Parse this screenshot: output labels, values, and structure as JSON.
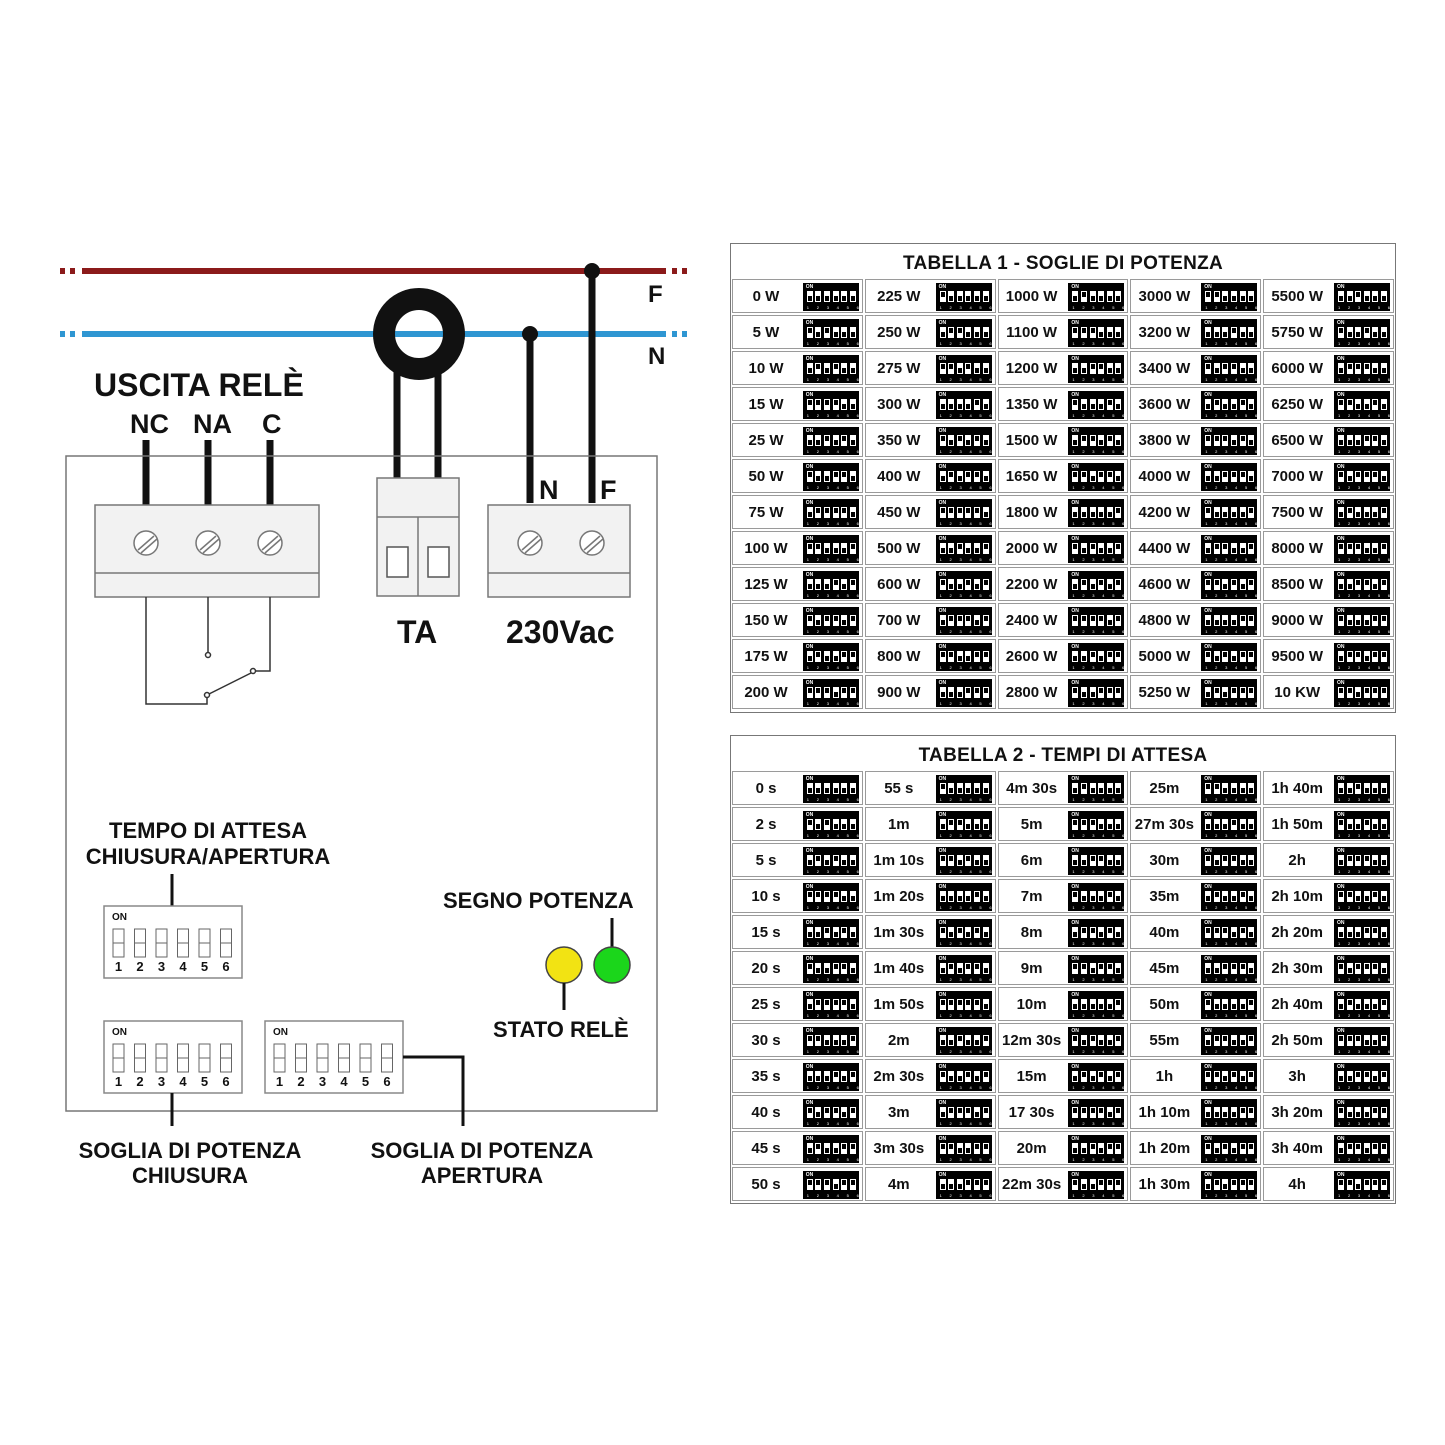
{
  "colors": {
    "phase": "#8b1a1a",
    "neutral": "#2f96d2",
    "stato_led": "#f2e313",
    "segno_led": "#1bd61b"
  },
  "wiring": {
    "phase_label": "F",
    "neutral_label": "N",
    "uscita_title": "USCITA RELÈ",
    "nc": "NC",
    "na": "NA",
    "c": "C",
    "ta_label": "TA",
    "supply_label": "230Vac",
    "supply_n": "N",
    "supply_f": "F",
    "tempo_line1": "TEMPO DI ATTESA",
    "tempo_line2": "CHIUSURA/APERTURA",
    "segno": "SEGNO POTENZA",
    "stato": "STATO RELÈ",
    "chiusura_line1": "SOGLIA DI POTENZA",
    "chiusura_line2": "CHIUSURA",
    "apertura_line1": "SOGLIA DI POTENZA",
    "apertura_line2": "APERTURA",
    "dip_on": "ON",
    "dip_numbers": [
      "1",
      "2",
      "3",
      "4",
      "5",
      "6"
    ]
  },
  "table1": {
    "title": "TABELLA 1 - SOGLIE DI POTENZA",
    "columns": [
      [
        "0 W",
        "5 W",
        "10 W",
        "15 W",
        "25 W",
        "50 W",
        "75 W",
        "100 W",
        "125 W",
        "150 W",
        "175 W",
        "200 W"
      ],
      [
        "225 W",
        "250 W",
        "275 W",
        "300 W",
        "350 W",
        "400 W",
        "450 W",
        "500 W",
        "600 W",
        "700 W",
        "800 W",
        "900 W"
      ],
      [
        "1000 W",
        "1100 W",
        "1200 W",
        "1350 W",
        "1500 W",
        "1650 W",
        "1800 W",
        "2000 W",
        "2200 W",
        "2400 W",
        "2600 W",
        "2800 W"
      ],
      [
        "3000 W",
        "3200 W",
        "3400 W",
        "3600 W",
        "3800 W",
        "4000 W",
        "4200 W",
        "4400 W",
        "4600 W",
        "4800 W",
        "5000 W",
        "5250 W"
      ],
      [
        "5500 W",
        "5750 W",
        "6000 W",
        "6250 W",
        "6500 W",
        "7000 W",
        "7500 W",
        "8000 W",
        "8500 W",
        "9000 W",
        "9500 W",
        "10 KW"
      ]
    ]
  },
  "table2": {
    "title": "TABELLA 2 - TEMPI DI ATTESA",
    "columns": [
      [
        "0 s",
        "2 s",
        "5 s",
        "10 s",
        "15 s",
        "20 s",
        "25 s",
        "30 s",
        "35 s",
        "40 s",
        "45 s",
        "50 s"
      ],
      [
        "55 s",
        "1m",
        "1m 10s",
        "1m 20s",
        "1m 30s",
        "1m 40s",
        "1m 50s",
        "2m",
        "2m 30s",
        "3m",
        "3m 30s",
        "4m"
      ],
      [
        "4m 30s",
        "5m",
        "6m",
        "7m",
        "8m",
        "9m",
        "10m",
        "12m 30s",
        "15m",
        "17 30s",
        "20m",
        "22m 30s"
      ],
      [
        "25m",
        "27m 30s",
        "30m",
        "35m",
        "40m",
        "45m",
        "50m",
        "55m",
        "1h",
        "1h 10m",
        "1h 20m",
        "1h 30m"
      ],
      [
        "1h 40m",
        "1h 50m",
        "2h",
        "2h 10m",
        "2h 20m",
        "2h 30m",
        "2h 40m",
        "2h 50m",
        "3h",
        "3h 20m",
        "3h 40m",
        "4h"
      ]
    ]
  }
}
